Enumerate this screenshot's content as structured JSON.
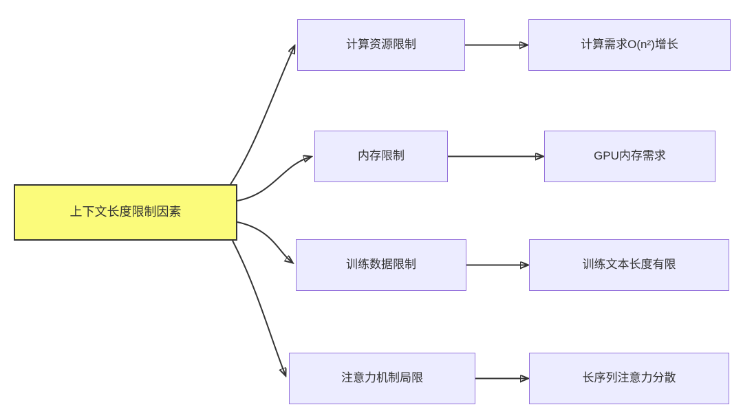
{
  "diagram": {
    "type": "flowchart",
    "direction": "left-to-right",
    "root": {
      "label": "上下文长度限制因素"
    },
    "branches": [
      {
        "cause": "计算资源限制",
        "effect": "计算需求O(n²)增长"
      },
      {
        "cause": "内存限制",
        "effect": "GPU内存需求"
      },
      {
        "cause": "训练数据限制",
        "effect": "训练文本长度有限"
      },
      {
        "cause": "注意力机制局限",
        "effect": "长序列注意力分散"
      }
    ],
    "colors": {
      "root_fill": "#FBFB7B",
      "root_border": "#333333",
      "node_fill": "#ECECFF",
      "node_border": "#9370DB",
      "edge": "#333333",
      "text": "#333333",
      "background": "#FFFFFF"
    }
  }
}
